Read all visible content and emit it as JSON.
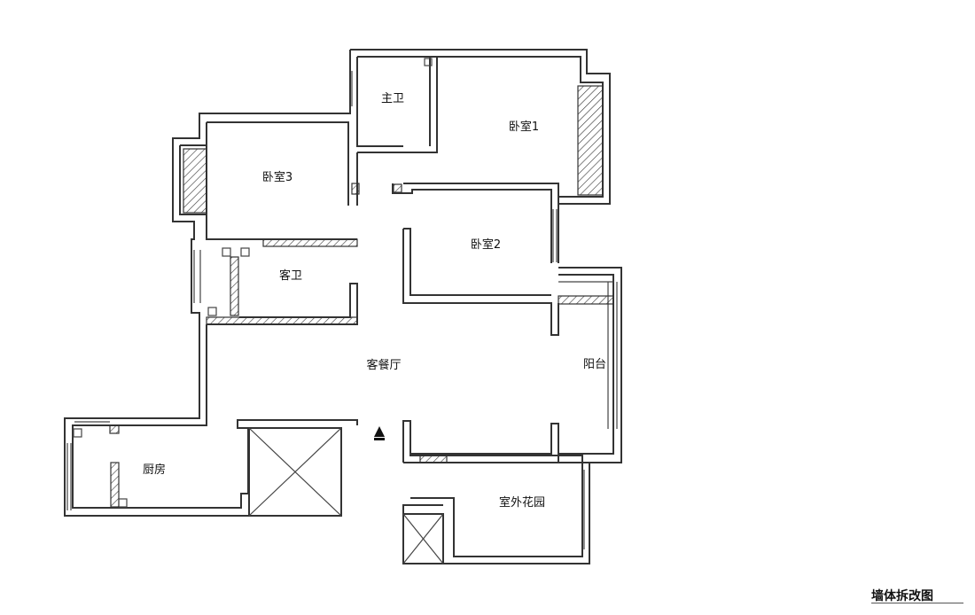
{
  "rooms": {
    "master_bath": "主卫",
    "bedroom1": "卧室1",
    "bedroom3": "卧室3",
    "bedroom2": "卧室2",
    "guest_bath": "客卫",
    "living_dining": "客餐厅",
    "balcony": "阳台",
    "kitchen": "厨房",
    "garden": "室外花园"
  },
  "caption": "墙体拆改图",
  "colors": {
    "line": "#333333",
    "background": "#ffffff"
  }
}
